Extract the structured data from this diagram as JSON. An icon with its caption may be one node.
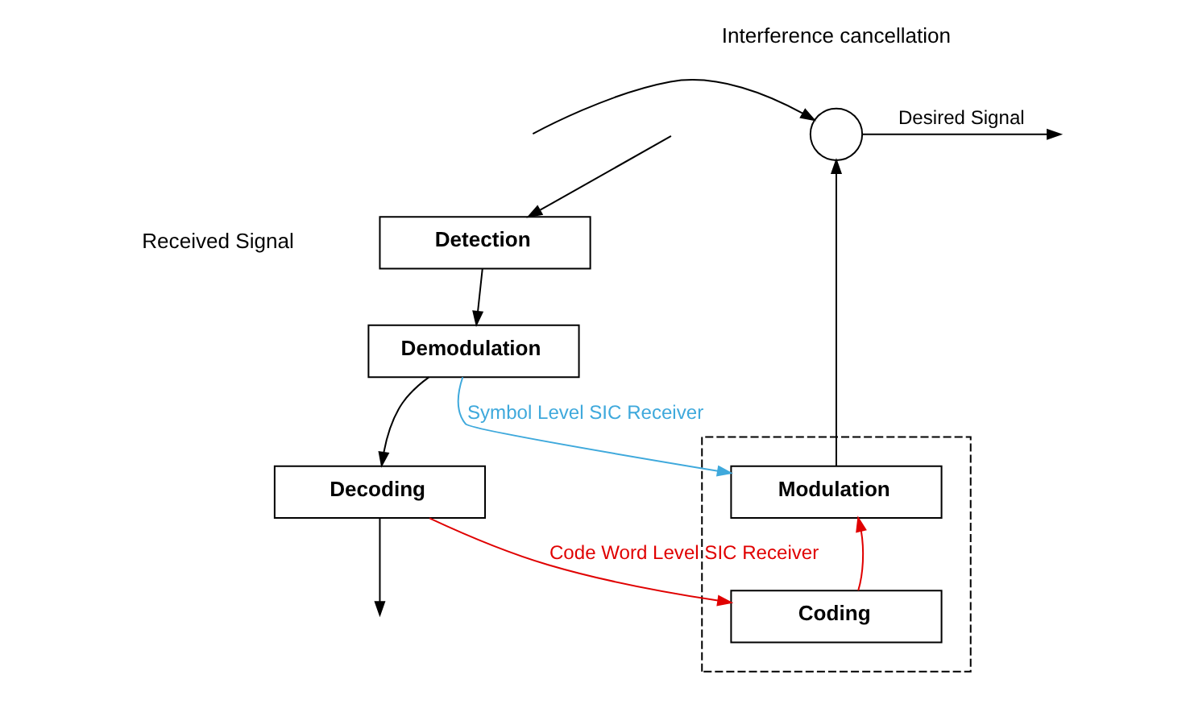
{
  "diagram": {
    "nodes": [
      {
        "text": [],
        "shape": "circle",
        "beside": [
          "Interference cancellation"
        ]
      },
      {
        "text": [
          "Detection"
        ]
      },
      {
        "text": [
          "Demodulation"
        ]
      },
      {
        "text": [
          "Decoding"
        ]
      },
      {
        "text": [],
        "shape": "box"
      },
      {
        "text": [
          "Modulation"
        ],
        "in": 4
      },
      {
        "text": [
          "Coding"
        ],
        "in": 4
      }
    ],
    "edges": [
      {
        "from": null,
        "to": 0,
        "arrow": "to"
      },
      {
        "from": null,
        "to": 1,
        "arrow": "to"
      },
      {
        "from": 0,
        "to": null,
        "arrow": "to",
        "label": "Desired Signal"
      },
      {
        "from": 1,
        "to": 2,
        "arrow": "to"
      },
      {
        "from": 2,
        "to": 3,
        "arrow": "to"
      },
      {
        "from": 3,
        "to": null,
        "arrow": "to"
      },
      {
        "from": 2,
        "to": 5,
        "arrow": "to",
        "label": "Symbol Level SIC Receiver",
        "color": "#3fa9dc"
      },
      {
        "from": 3,
        "to": 6,
        "arrow": "to",
        "label": "Code Word Level SIC Receiver",
        "color": "#e00000"
      },
      {
        "from": 6,
        "to": 5,
        "arrow": "to",
        "color": "#e00000"
      },
      {
        "from": 5,
        "to": 0,
        "arrow": "to"
      }
    ],
    "labels": [
      "Received Signal"
    ]
  }
}
